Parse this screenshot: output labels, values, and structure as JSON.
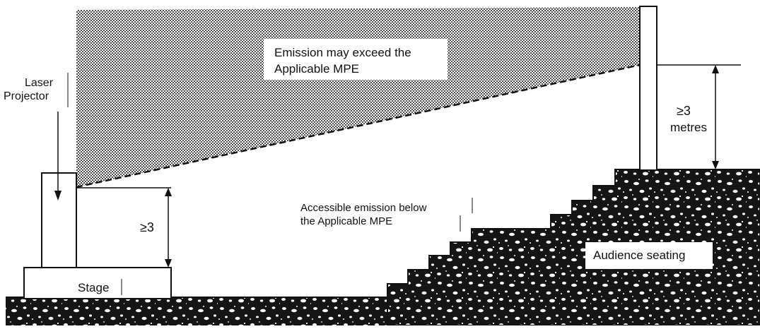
{
  "labels": {
    "laser_projector_line1": "Laser",
    "laser_projector_line2": "Projector",
    "emission_exceed_line1": "Emission may exceed the",
    "emission_exceed_line2": "Applicable MPE",
    "accessible_line1": "Accessible emission below",
    "accessible_line2": "the Applicable MPE",
    "stage": "Stage",
    "audience_seating": "Audience seating",
    "stage_height": "≥3",
    "seating_height_line1": "≥3",
    "seating_height_line2": "metres"
  },
  "colors": {
    "ink": "#111111",
    "stipple": "#2a2a2a",
    "background": "#ffffff"
  }
}
